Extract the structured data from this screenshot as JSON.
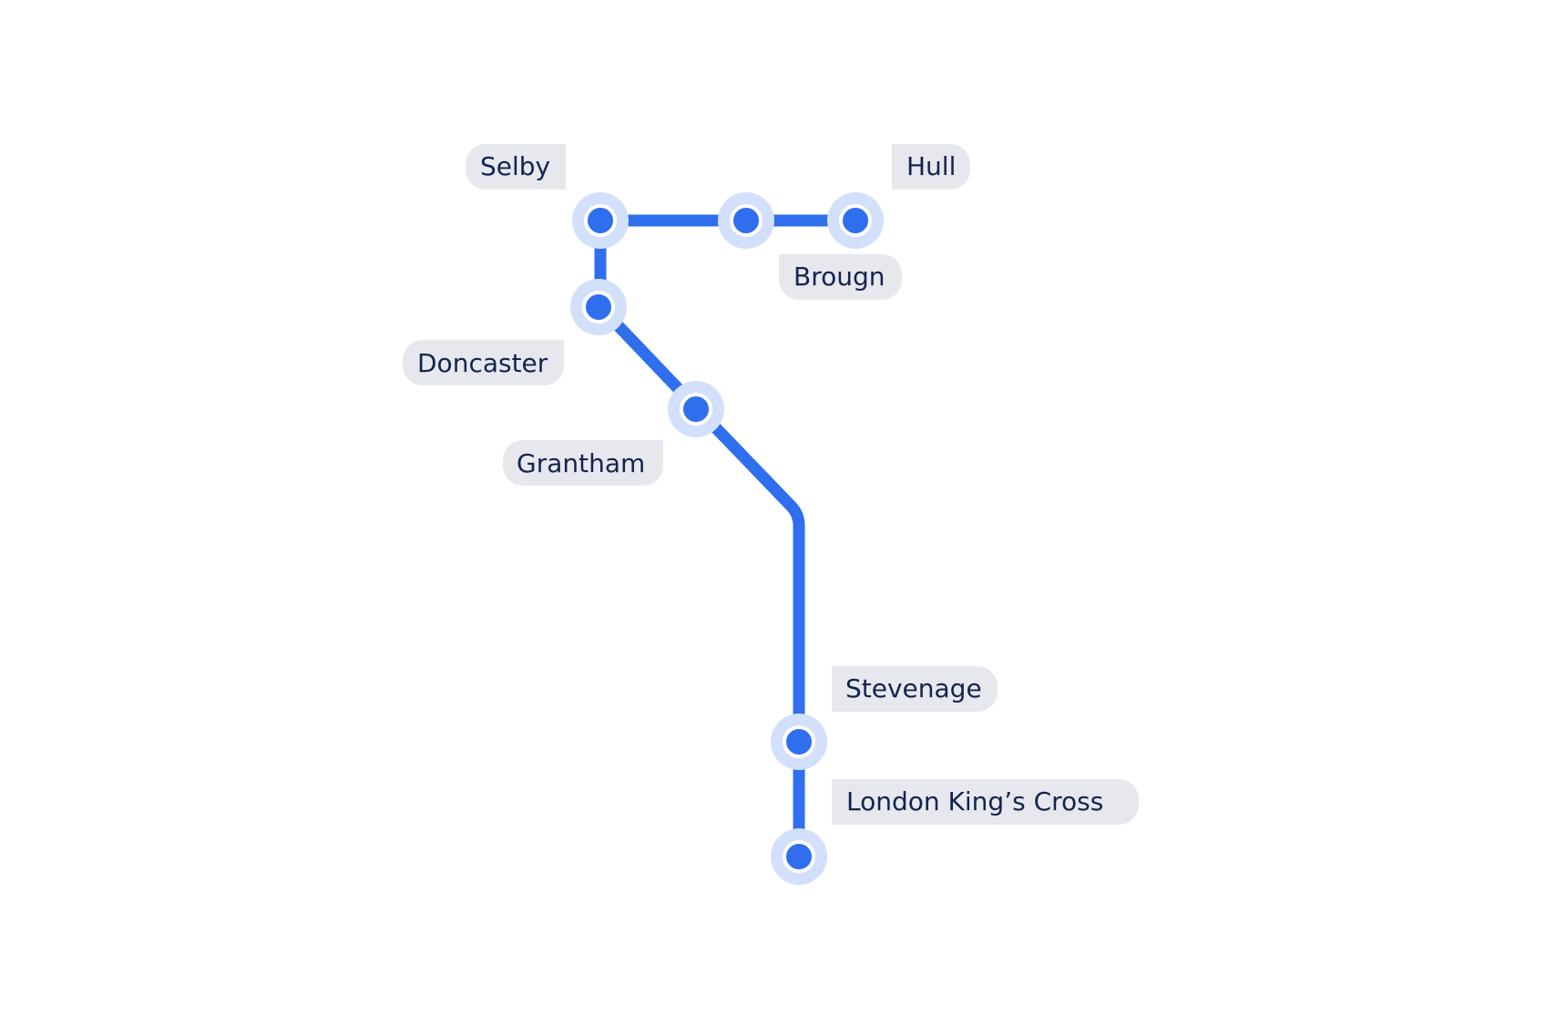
{
  "map": {
    "line_color": "#2f6fed",
    "halo_color": "#d3e0fb",
    "label_bg_color": "#e7e8ee",
    "label_text_color": "#14234f",
    "stations": [
      {
        "id": "selby",
        "name": "Selby"
      },
      {
        "id": "brough",
        "name": "Brougn"
      },
      {
        "id": "hull",
        "name": "Hull"
      },
      {
        "id": "doncaster",
        "name": "Doncaster"
      },
      {
        "id": "grantham",
        "name": "Grantham"
      },
      {
        "id": "stevenage",
        "name": "Stevenage"
      },
      {
        "id": "london-kings-cross",
        "name": "London King’s Cross"
      }
    ]
  }
}
